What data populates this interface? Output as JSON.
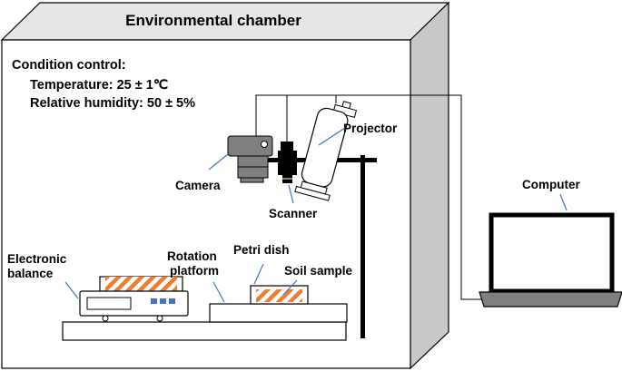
{
  "chamber": {
    "title": "Environmental chamber",
    "condition_heading": "Condition control:",
    "temperature_line": "Temperature: 25 ± 1℃",
    "humidity_line": "Relative humidity: 50 ± 5%"
  },
  "labels": {
    "projector": "Projector",
    "camera": "Camera",
    "scanner": "Scanner",
    "computer": "Computer",
    "balance_line1": "Electronic",
    "balance_line2": "balance",
    "platform_line1": "Rotation",
    "platform_line2": "platform",
    "petri_dish": "Petri dish",
    "soil_sample": "Soil sample"
  },
  "colors": {
    "chamber_side": "#c8c8c8",
    "chamber_top": "#e6e6e6",
    "device_gray": "#7f7f7f",
    "soil_orange": "#ed7d31",
    "balance_buttons": "#4472c4",
    "leader_line": "#4472c4"
  }
}
